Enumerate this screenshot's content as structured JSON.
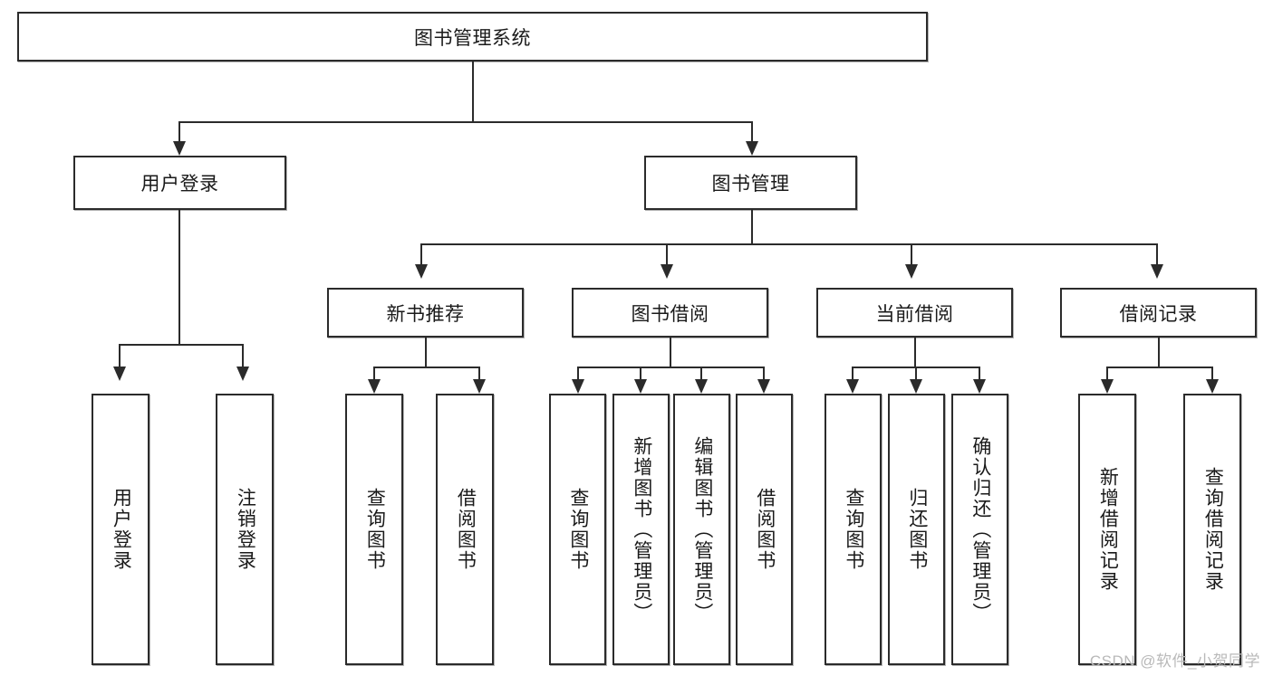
{
  "diagram": {
    "title": "图书管理系统",
    "type": "tree",
    "watermark": "CSDN @软件_小贺同学",
    "root": {
      "label": "图书管理系统"
    },
    "level2": [
      {
        "label": "用户登录"
      },
      {
        "label": "图书管理"
      }
    ],
    "level3": [
      {
        "label": "新书推荐"
      },
      {
        "label": "图书借阅"
      },
      {
        "label": "当前借阅"
      },
      {
        "label": "借阅记录"
      }
    ],
    "leaves": {
      "user_login": [
        {
          "label": "用户登录"
        },
        {
          "label": "注销登录"
        }
      ],
      "new_book_recommend": [
        {
          "label": "查询图书"
        },
        {
          "label": "借阅图书"
        }
      ],
      "book_borrow": [
        {
          "label": "查询图书"
        },
        {
          "label": "新增图书（管理员）"
        },
        {
          "label": "编辑图书（管理员）"
        },
        {
          "label": "借阅图书"
        }
      ],
      "current_borrow": [
        {
          "label": "查询图书"
        },
        {
          "label": "归还图书"
        },
        {
          "label": "确认归还（管理员）"
        }
      ],
      "borrow_record": [
        {
          "label": "新增借阅记录"
        },
        {
          "label": "查询借阅记录"
        }
      ]
    }
  },
  "colors": {
    "stroke": "#2b2b2b",
    "fill": "#ffffff",
    "text": "#1a1a1a",
    "watermark": "#b9b9b9"
  }
}
